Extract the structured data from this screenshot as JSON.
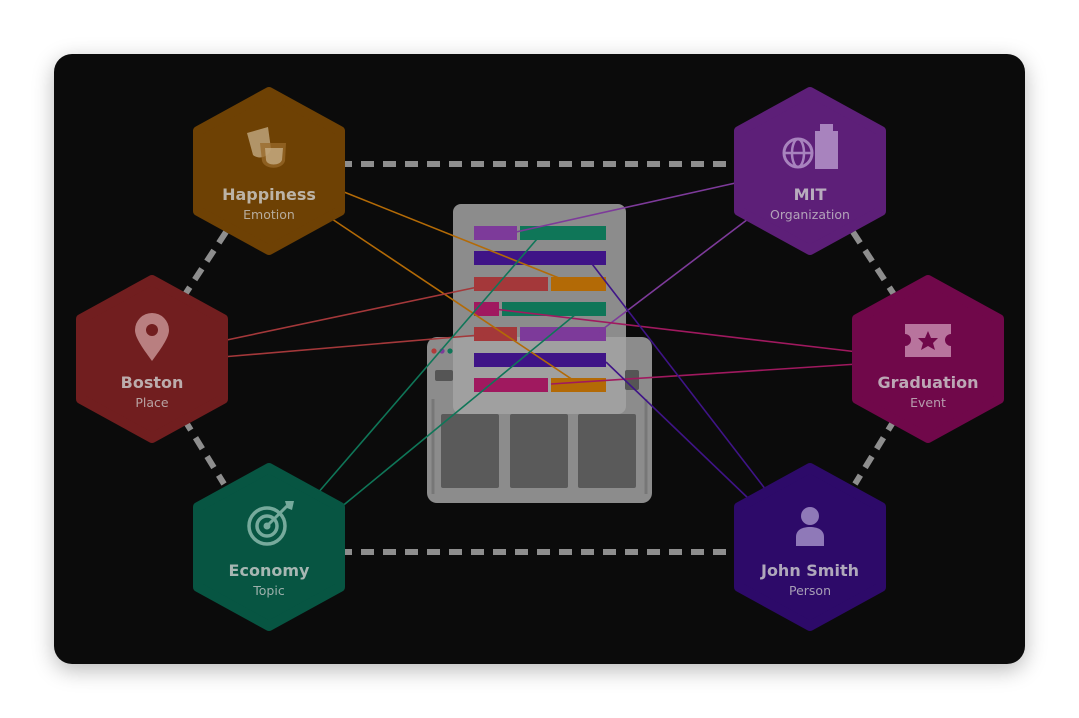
{
  "nodes": [
    {
      "id": "happiness",
      "title": "Happiness",
      "subtitle": "Emotion",
      "color": "#6e4104",
      "icon": "theater-masks-icon"
    },
    {
      "id": "mit",
      "title": "MIT",
      "subtitle": "Organization",
      "color": "#5d1f78",
      "icon": "globe-building-icon"
    },
    {
      "id": "boston",
      "title": "Boston",
      "subtitle": "Place",
      "color": "#711e1f",
      "icon": "map-pin-icon"
    },
    {
      "id": "graduation",
      "title": "Graduation",
      "subtitle": "Event",
      "color": "#70084a",
      "icon": "ticket-star-icon"
    },
    {
      "id": "economy",
      "title": "Economy",
      "subtitle": "Topic",
      "color": "#075542",
      "icon": "target-arrow-icon"
    },
    {
      "id": "johnsmith",
      "title": "John Smith",
      "subtitle": "Person",
      "color": "#2d0a69",
      "icon": "person-icon"
    }
  ],
  "colors": {
    "background": "#0b0b0b",
    "dashed_ring": "#8e8e8e",
    "document": "#a3a3a3",
    "emotion": "#b36a06",
    "organization": "#7d3a9a",
    "place": "#a4383a",
    "event": "#a0195f",
    "topic": "#0f7658",
    "person": "#3f1487"
  }
}
